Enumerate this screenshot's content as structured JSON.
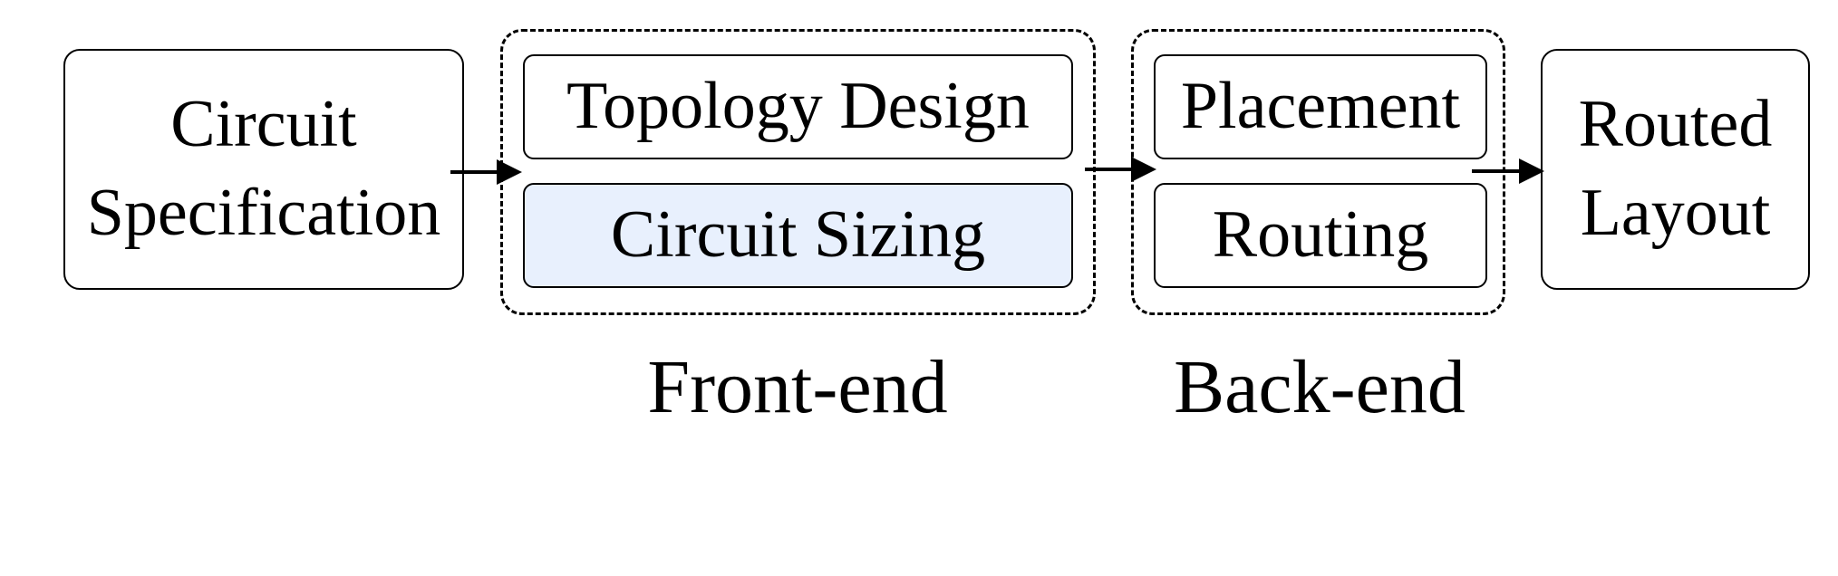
{
  "diagram": {
    "input_block": {
      "line1": "Circuit",
      "line2": "Specification"
    },
    "front_end": {
      "caption": "Front-end",
      "steps": [
        "Topology Design",
        "Circuit Sizing"
      ],
      "highlight_fill": "#e8f0fd"
    },
    "back_end": {
      "caption": "Back-end",
      "steps": [
        "Placement",
        "Routing"
      ]
    },
    "output_block": {
      "line1": "Routed",
      "line2": "Layout"
    }
  }
}
